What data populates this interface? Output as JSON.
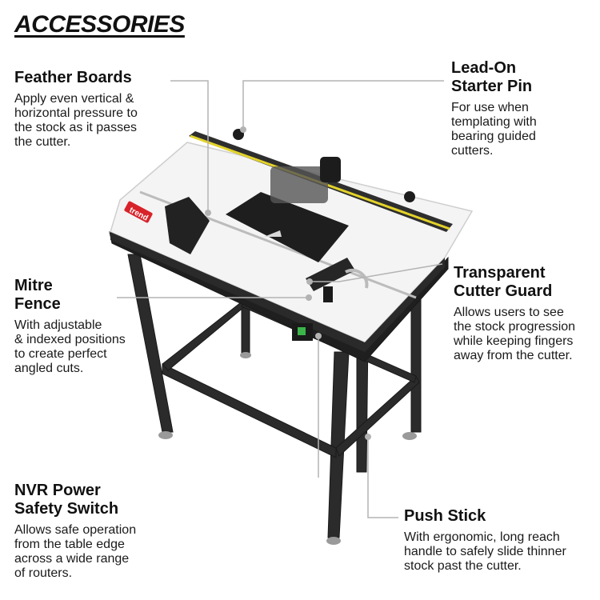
{
  "title": "ACCESSORIES",
  "callouts": {
    "feather_boards": {
      "heading": "Feather Boards",
      "description": "Apply even vertical &\nhorizontal pressure to\nthe stock as it passes\nthe cutter."
    },
    "lead_on_pin": {
      "heading": "Lead-On\nStarter Pin",
      "description": "For use when\ntemplating with\nbearing guided\ncutters."
    },
    "mitre_fence": {
      "heading": "Mitre\nFence",
      "description": "With adjustable\n& indexed positions\nto create perfect\nangled cuts."
    },
    "cutter_guard": {
      "heading": "Transparent\nCutter Guard",
      "description": "Allows users to see\nthe stock progression\nwhile keeping fingers\naway from the cutter."
    },
    "nvr_switch": {
      "heading": "NVR Power\nSafety Switch",
      "description": "Allows safe operation\nfrom the table edge\nacross a wide range\nof routers."
    },
    "push_stick": {
      "heading": "Push Stick",
      "description": "With ergonomic, long reach\nhandle to safely slide thinner\nstock past the cutter."
    }
  },
  "product": {
    "brand_logo": "trend"
  }
}
